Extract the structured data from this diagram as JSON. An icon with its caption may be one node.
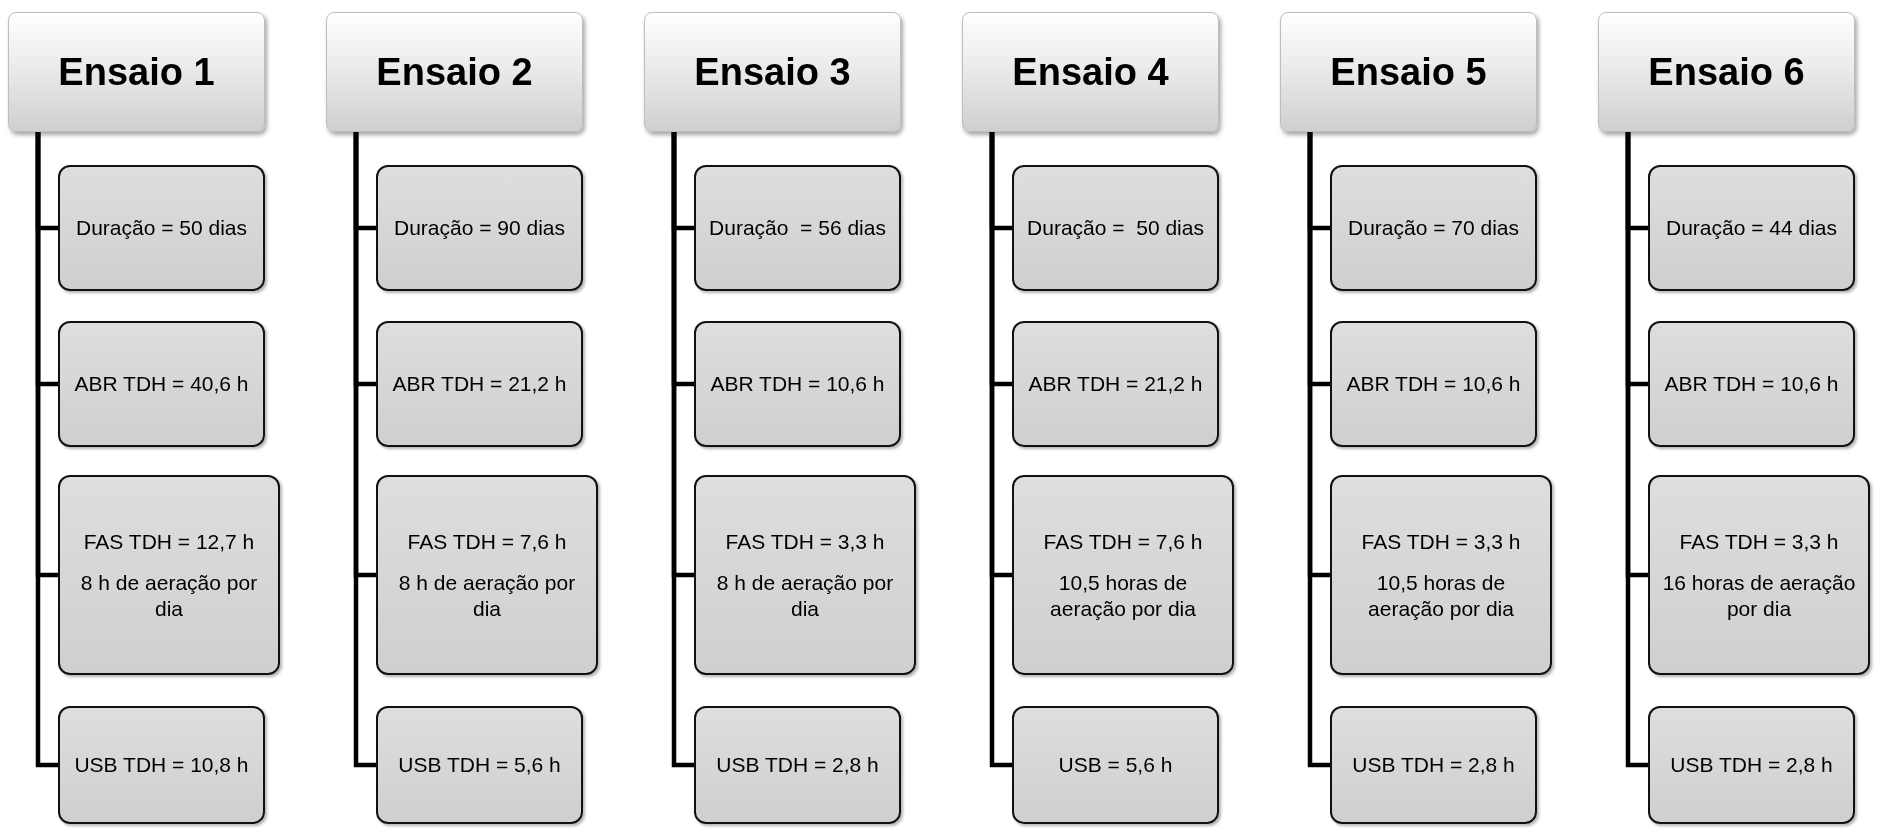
{
  "diagram": {
    "nodes": [
      {
        "text": [
          "Ensaio 1"
        ]
      },
      {
        "text": [
          "Duração = 50 dias"
        ]
      },
      {
        "text": [
          "ABR TDH = 40,6 h"
        ]
      },
      {
        "text": [
          "FAS TDH = 12,7 h",
          "8 h de aeração por dia"
        ]
      },
      {
        "text": [
          "USB TDH = 10,8 h"
        ]
      },
      {
        "text": [
          "Ensaio 2"
        ]
      },
      {
        "text": [
          "Duração = 90 dias"
        ]
      },
      {
        "text": [
          "ABR TDH = 21,2 h"
        ]
      },
      {
        "text": [
          "FAS TDH = 7,6 h",
          "8 h de aeração por dia"
        ]
      },
      {
        "text": [
          "USB TDH = 5,6 h"
        ]
      },
      {
        "text": [
          "Ensaio 3"
        ]
      },
      {
        "text": [
          "Duração  = 56 dias"
        ]
      },
      {
        "text": [
          "ABR TDH = 10,6 h"
        ]
      },
      {
        "text": [
          "FAS TDH = 3,3 h",
          "8 h de aeração por dia"
        ]
      },
      {
        "text": [
          "USB TDH = 2,8 h"
        ]
      },
      {
        "text": [
          "Ensaio 4"
        ]
      },
      {
        "text": [
          "Duração =  50 dias"
        ]
      },
      {
        "text": [
          "ABR TDH = 21,2 h"
        ]
      },
      {
        "text": [
          "FAS TDH = 7,6 h",
          "10,5 horas de aeração por dia"
        ]
      },
      {
        "text": [
          "USB = 5,6 h"
        ]
      },
      {
        "text": [
          "Ensaio 5"
        ]
      },
      {
        "text": [
          "Duração = 70 dias"
        ]
      },
      {
        "text": [
          "ABR TDH = 10,6 h"
        ]
      },
      {
        "text": [
          "FAS TDH = 3,3 h",
          "10,5 horas de aeração por dia"
        ]
      },
      {
        "text": [
          "USB TDH = 2,8 h"
        ]
      },
      {
        "text": [
          "Ensaio 6"
        ]
      },
      {
        "text": [
          "Duração = 44 dias"
        ]
      },
      {
        "text": [
          "ABR TDH = 10,6 h"
        ]
      },
      {
        "text": [
          "FAS TDH = 3,3 h",
          "16 horas de aeração por dia"
        ]
      },
      {
        "text": [
          "USB TDH = 2,8 h"
        ]
      }
    ],
    "edges": [
      {
        "from": 0,
        "to": 1,
        "arrow": "none"
      },
      {
        "from": 0,
        "to": 2,
        "arrow": "none"
      },
      {
        "from": 0,
        "to": 3,
        "arrow": "none"
      },
      {
        "from": 0,
        "to": 4,
        "arrow": "none"
      },
      {
        "from": 5,
        "to": 6,
        "arrow": "none"
      },
      {
        "from": 5,
        "to": 7,
        "arrow": "none"
      },
      {
        "from": 5,
        "to": 8,
        "arrow": "none"
      },
      {
        "from": 5,
        "to": 9,
        "arrow": "none"
      },
      {
        "from": 10,
        "to": 11,
        "arrow": "none"
      },
      {
        "from": 10,
        "to": 12,
        "arrow": "none"
      },
      {
        "from": 10,
        "to": 13,
        "arrow": "none"
      },
      {
        "from": 10,
        "to": 14,
        "arrow": "none"
      },
      {
        "from": 15,
        "to": 16,
        "arrow": "none"
      },
      {
        "from": 15,
        "to": 17,
        "arrow": "none"
      },
      {
        "from": 15,
        "to": 18,
        "arrow": "none"
      },
      {
        "from": 15,
        "to": 19,
        "arrow": "none"
      },
      {
        "from": 20,
        "to": 21,
        "arrow": "none"
      },
      {
        "from": 20,
        "to": 22,
        "arrow": "none"
      },
      {
        "from": 20,
        "to": 23,
        "arrow": "none"
      },
      {
        "from": 20,
        "to": 24,
        "arrow": "none"
      },
      {
        "from": 25,
        "to": 26,
        "arrow": "none"
      },
      {
        "from": 25,
        "to": 27,
        "arrow": "none"
      },
      {
        "from": 25,
        "to": 28,
        "arrow": "none"
      },
      {
        "from": 25,
        "to": 29,
        "arrow": "none"
      }
    ]
  }
}
